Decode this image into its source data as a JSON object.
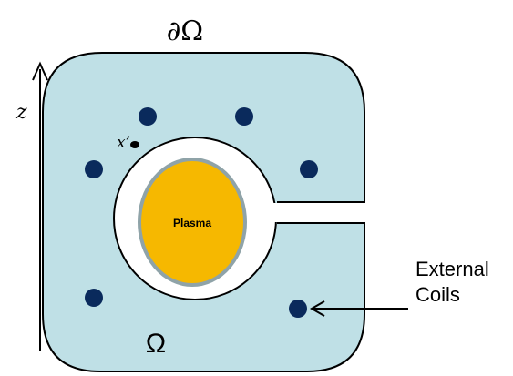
{
  "diagram": {
    "boundary_label": "∂Ω",
    "domain_label": "Ω",
    "axis_label": "z",
    "point_label": "x’",
    "plasma_label": "Plasma",
    "coils_label_line1": "External",
    "coils_label_line2": "Coils",
    "colors": {
      "domain_fill": "#bfe0e6",
      "outline": "#000000",
      "coil": "#0a2a5c",
      "plasma_fill": "#f6b800",
      "plasma_ring": "#8fa3a8",
      "vessel_interior": "#ffffff"
    }
  }
}
